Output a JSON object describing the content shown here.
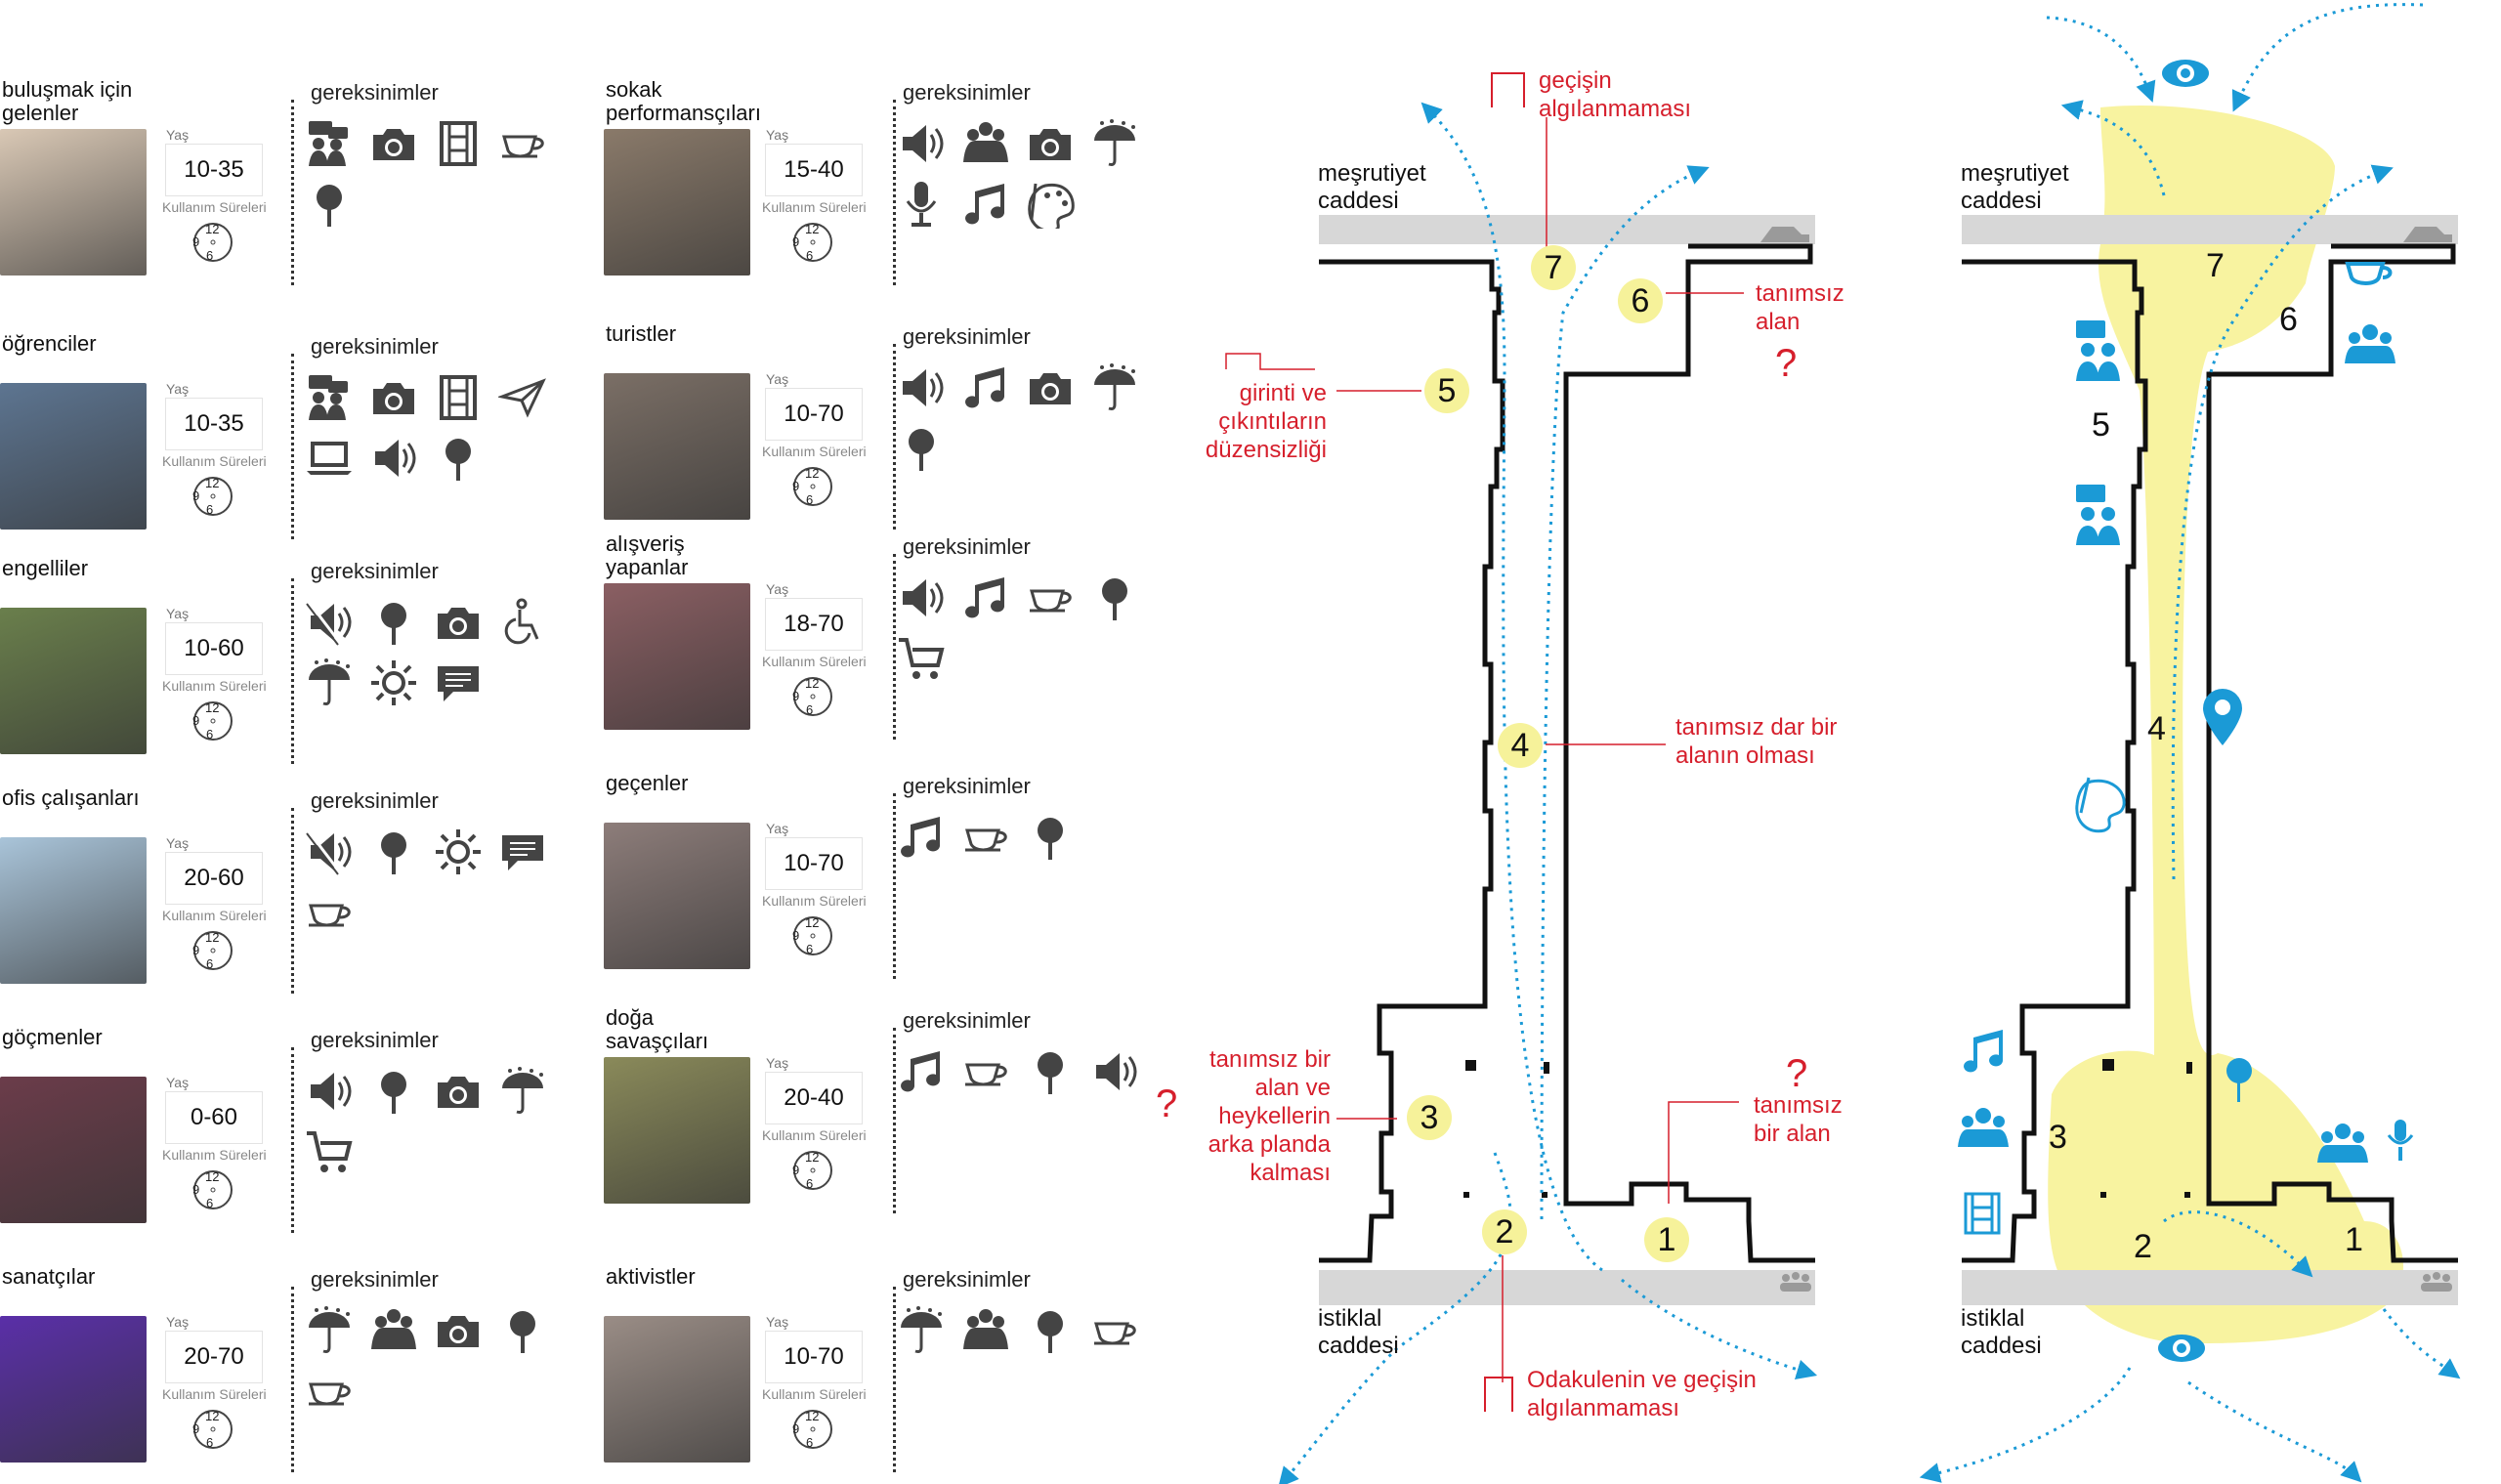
{
  "groups": [
    {
      "label": "buluşmak için gelenler",
      "yas_label": "Yaş",
      "age": "10-35",
      "usage_label": "Kullanım Süreleri",
      "needs_title": "gereksinimler",
      "icons": [
        "meeting-icon",
        "camera-icon",
        "film-icon",
        "cup-icon",
        "tree-icon"
      ],
      "photo_color": "#d9c8b5"
    },
    {
      "label": "öğrenciler",
      "yas_label": "Yaş",
      "age": "10-35",
      "usage_label": "Kullanım Süreleri",
      "needs_title": "gereksinimler",
      "icons": [
        "meeting-icon",
        "camera-icon",
        "film-icon",
        "paper-plane-icon",
        "laptop-icon",
        "speaker-icon",
        "tree-icon"
      ],
      "photo_color": "#5d7591"
    },
    {
      "label": "engelliler",
      "yas_label": "Yaş",
      "age": "10-60",
      "usage_label": "Kullanım Süreleri",
      "needs_title": "gereksinimler",
      "icons": [
        "speaker-muted-icon",
        "tree-icon",
        "camera-icon",
        "wheelchair-icon",
        "umbrella-rain-icon",
        "sun-icon",
        "chat-icon"
      ],
      "photo_color": "#6a7f4c"
    },
    {
      "label": "ofis çalışanları",
      "yas_label": "Yaş",
      "age": "20-60",
      "usage_label": "Kullanım Süreleri",
      "needs_title": "gereksinimler",
      "icons": [
        "speaker-muted-icon",
        "tree-icon",
        "sun-icon",
        "chat-icon",
        "cup-icon"
      ],
      "photo_color": "#a9c4d9"
    },
    {
      "label": "göçmenler",
      "yas_label": "Yaş",
      "age": "0-60",
      "usage_label": "Kullanım Süreleri",
      "needs_title": "gereksinimler",
      "icons": [
        "speaker-icon",
        "tree-icon",
        "camera-icon",
        "umbrella-rain-icon",
        "cart-icon"
      ],
      "photo_color": "#6b3c4a"
    },
    {
      "label": "sanatçılar",
      "yas_label": "Yaş",
      "age": "20-70",
      "usage_label": "Kullanım Süreleri",
      "needs_title": "gereksinimler",
      "icons": [
        "umbrella-rain-icon",
        "people-icon",
        "camera-icon",
        "tree-icon",
        "cup-icon"
      ],
      "photo_color": "#5a2fa8"
    },
    {
      "label": "sokak performansçıları",
      "yas_label": "Yaş",
      "age": "15-40",
      "usage_label": "Kullanım Süreleri",
      "needs_title": "gereksinimler",
      "icons": [
        "speaker-icon",
        "people-icon",
        "camera-icon",
        "umbrella-rain-icon",
        "microphone-icon",
        "music-icon",
        "palette-icon"
      ],
      "photo_color": "#8a7a6a"
    },
    {
      "label": "turistler",
      "yas_label": "Yaş",
      "age": "10-70",
      "usage_label": "Kullanım Süreleri",
      "needs_title": "gereksinimler",
      "icons": [
        "speaker-icon",
        "music-icon",
        "camera-icon",
        "umbrella-rain-icon",
        "tree-icon"
      ],
      "photo_color": "#7b6f66"
    },
    {
      "label": "alışveriş yapanlar",
      "yas_label": "Yaş",
      "age": "18-70",
      "usage_label": "Kullanım Süreleri",
      "needs_title": "gereksinimler",
      "icons": [
        "speaker-icon",
        "music-icon",
        "cup-icon",
        "tree-icon",
        "cart-icon"
      ],
      "photo_color": "#8b5f63"
    },
    {
      "label": "geçenler",
      "yas_label": "Yaş",
      "age": "10-70",
      "usage_label": "Kullanım Süreleri",
      "needs_title": "gereksinimler",
      "icons": [
        "music-icon",
        "cup-icon",
        "tree-icon"
      ],
      "photo_color": "#8d7d7a"
    },
    {
      "label": "doğa savaşçıları",
      "yas_label": "Yaş",
      "age": "20-40",
      "usage_label": "Kullanım Süreleri",
      "needs_title": "gereksinimler",
      "icons": [
        "music-icon",
        "cup-icon",
        "tree-icon",
        "speaker-icon"
      ],
      "photo_color": "#8a8a5a"
    },
    {
      "label": "aktivistler",
      "yas_label": "Yaş",
      "age": "10-70",
      "usage_label": "Kullanım Süreleri",
      "needs_title": "gereksinimler",
      "icons": [
        "umbrella-rain-icon",
        "people-icon",
        "tree-icon",
        "cup-icon"
      ],
      "photo_color": "#9a8d86"
    }
  ],
  "clock_labels": {
    "twelve": "12",
    "nine": "9",
    "six": "6"
  },
  "map_left": {
    "street_top": "meşrutiyet caddesi",
    "street_bottom": "istiklal caddesi",
    "numbers": [
      "7",
      "6",
      "5",
      "4",
      "3",
      "2",
      "1"
    ],
    "annotations": {
      "a7": "geçişin algılanmaması",
      "a6": "tanımsız alan",
      "a5": "girinti ve çıkıntıların düzensizliği",
      "a4": "tanımsız dar bir alanın olması",
      "a3": "tanımsız bir alan ve heykellerin arka planda kalması",
      "a1": "tanımsız bir alan",
      "a2": "Odakulenin ve geçişin algılanmaması"
    },
    "question_mark": "?"
  },
  "map_right": {
    "street_top": "meşrutiyet caddesi",
    "street_bottom": "istiklal caddesi",
    "numbers": [
      "7",
      "6",
      "5",
      "4",
      "3",
      "2",
      "1"
    ],
    "icons": [
      "eye-icon",
      "cup-icon",
      "people-icon",
      "meeting-icon",
      "location-pin-icon",
      "palette-icon",
      "music-icon",
      "film-icon",
      "tree-icon",
      "microphone-icon"
    ]
  },
  "colors": {
    "accent_blue": "#1b9ad6",
    "annotation_red": "#d61f2c",
    "highlight_yellow": "#f6f29a",
    "icon_gray": "#444444"
  }
}
